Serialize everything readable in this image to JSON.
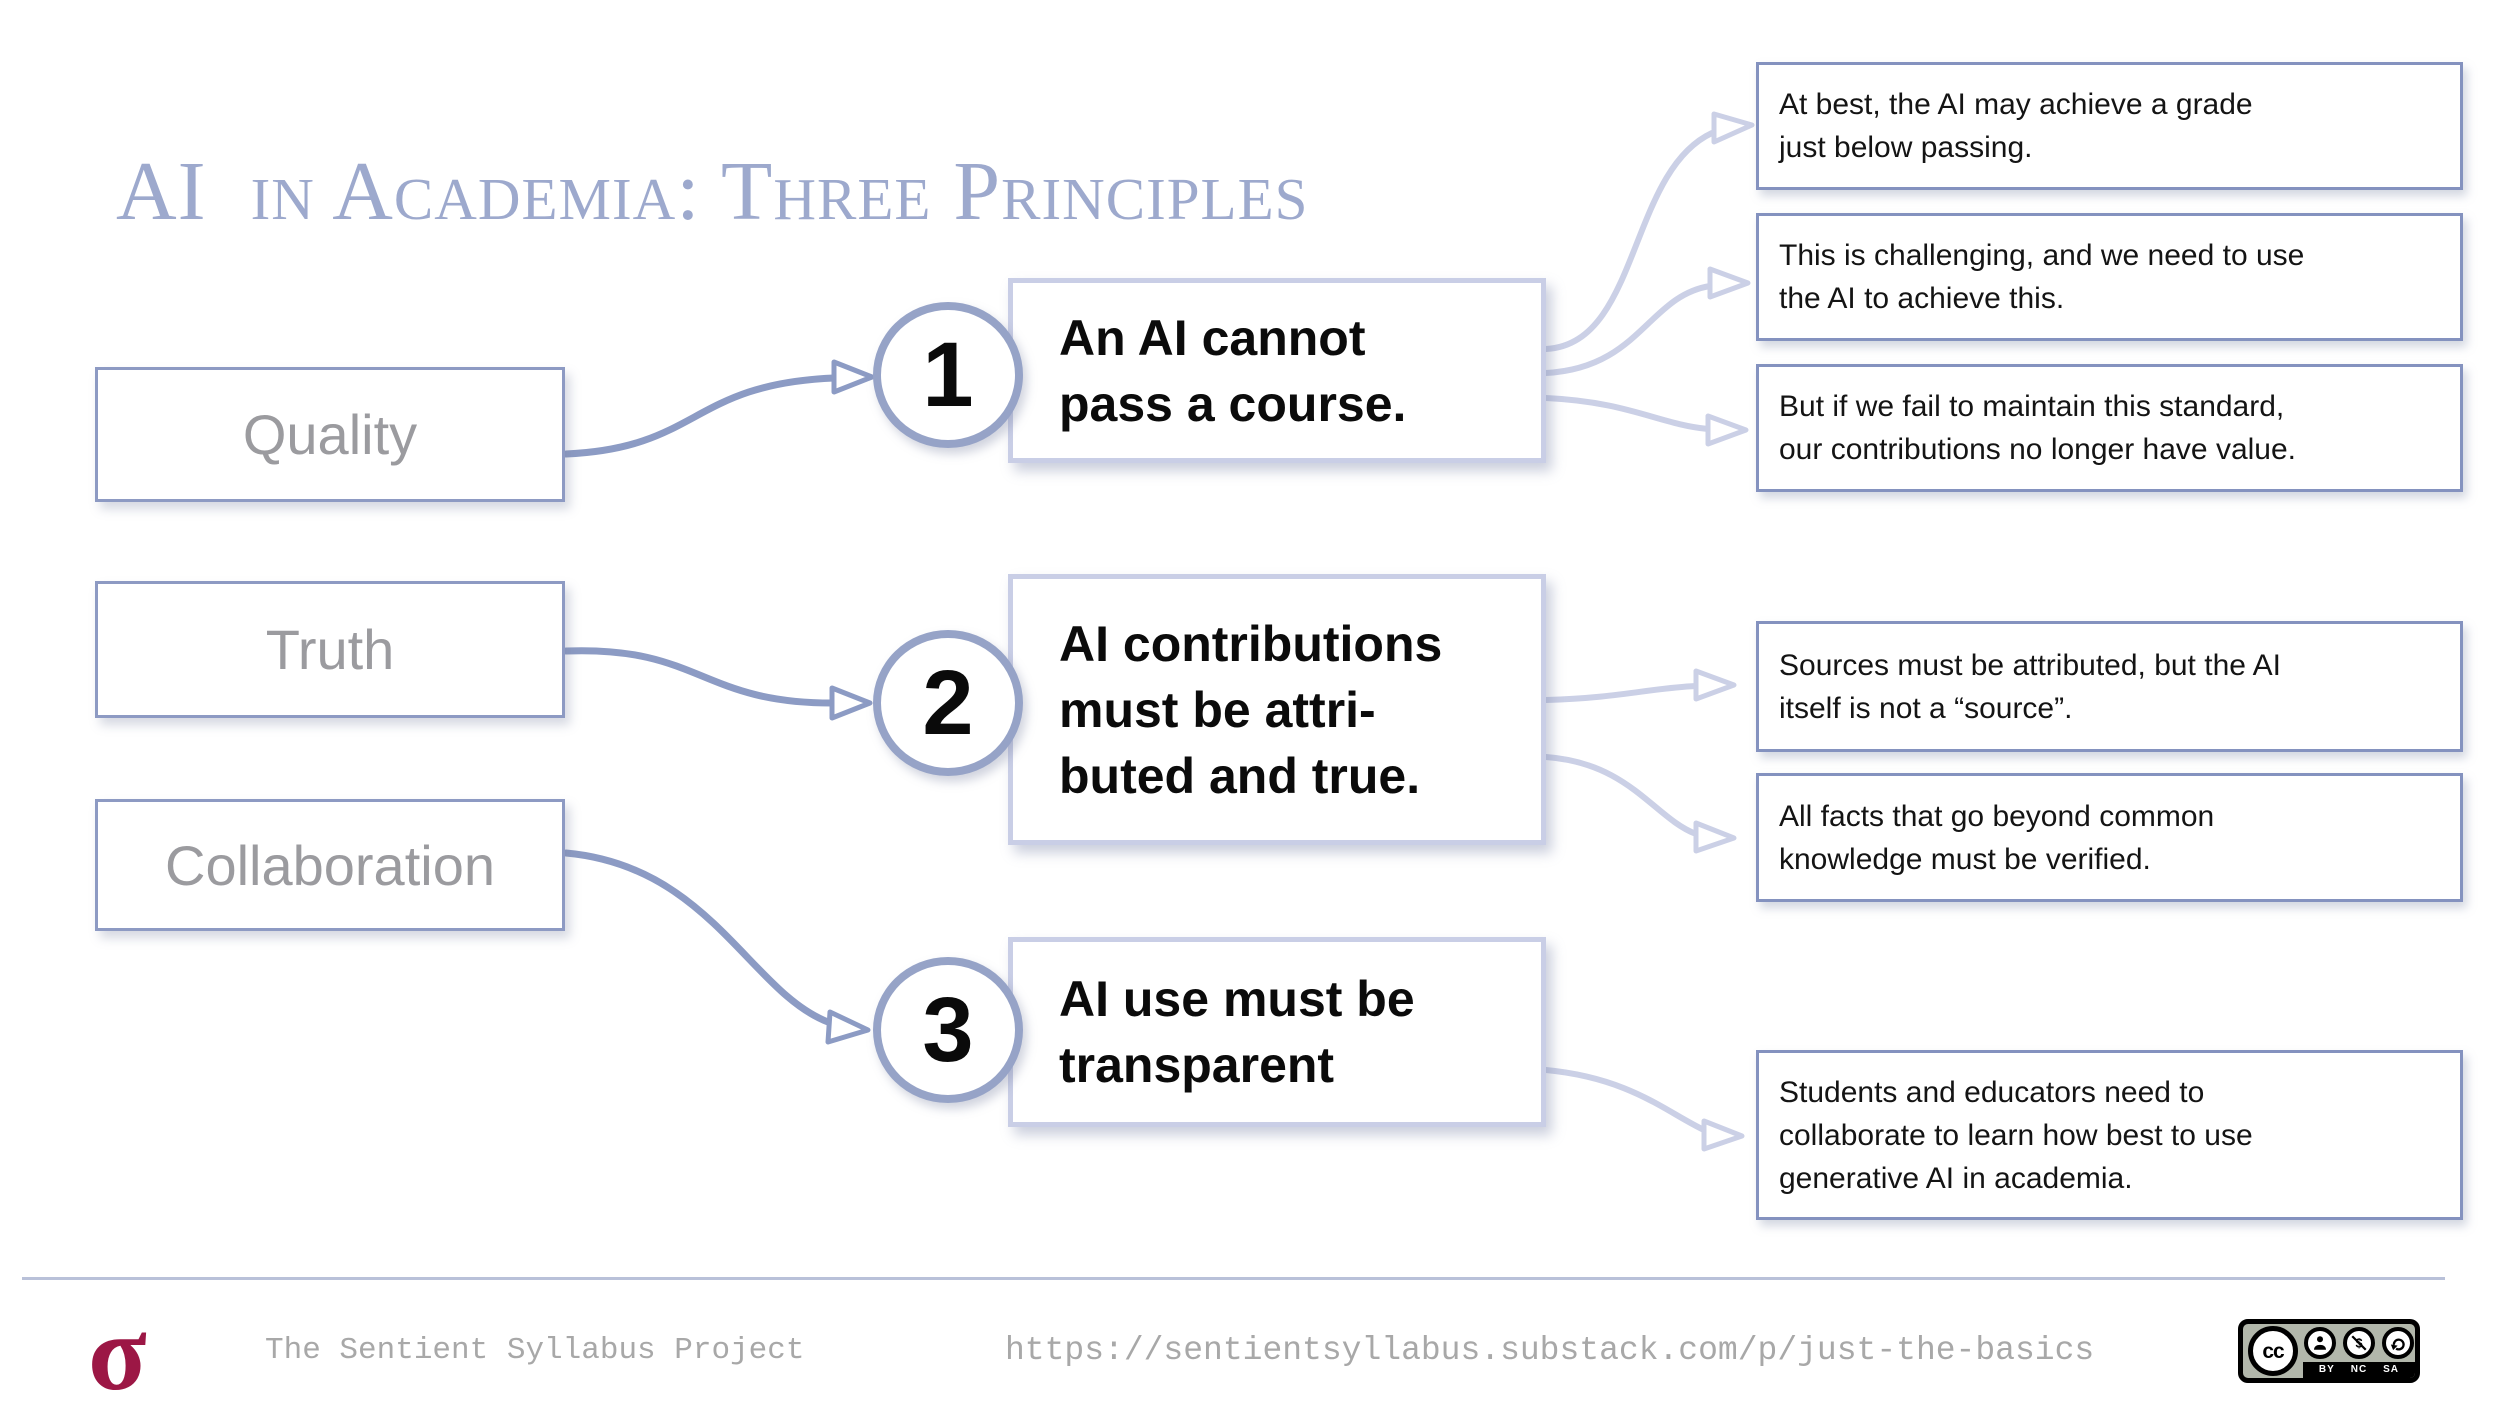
{
  "title": "AI  in Academia: Three Principles",
  "left_column": {
    "items": [
      {
        "label": "Quality"
      },
      {
        "label": "Truth"
      },
      {
        "label": "Collaboration"
      }
    ]
  },
  "middle_column": {
    "items": [
      {
        "number": "1",
        "text": "An AI cannot\npass a course."
      },
      {
        "number": "2",
        "text": "AI contributions\nmust be attri-\nbuted and true."
      },
      {
        "number": "3",
        "text": "AI use must be\ntransparent"
      }
    ]
  },
  "right_column": {
    "items": [
      {
        "text": "At best, the AI may achieve a grade\njust below passing."
      },
      {
        "text": "This is challenging, and we need to use\nthe AI to achieve this."
      },
      {
        "text": "But if we fail to maintain this standard,\nour contributions no longer have value."
      },
      {
        "text": "Sources must be attributed, but the AI\nitself is not a “source”."
      },
      {
        "text": "All facts that go beyond common\nknowledge must be verified."
      },
      {
        "text": "Students and educators need to\ncollaborate to learn how best to use\ngenerative AI in academia."
      }
    ]
  },
  "footer": {
    "logo_glyph": "σ",
    "project_name": "The Sentient Syllabus Project",
    "url": "https://sentientsyllabus.substack.com/p/just-the-basics",
    "license_badge": {
      "cc_label": "cc",
      "parts": [
        "BY",
        "NC",
        "SA"
      ],
      "nc_symbol": "$"
    }
  },
  "colors": {
    "title": "#9DA9CD",
    "left_box_border": "#8D9AC3",
    "left_box_text": "#9B9B9F",
    "middle_box_border": "#C9CEE6",
    "circle_border": "#96A3C7",
    "right_box_border": "#8492BF",
    "arrow_dark": "#8C9BC4",
    "arrow_pale": "#CBD0E6",
    "divider": "#B9C1D9",
    "sigma": "#9C1745",
    "footer_text": "#A8A8A8"
  }
}
